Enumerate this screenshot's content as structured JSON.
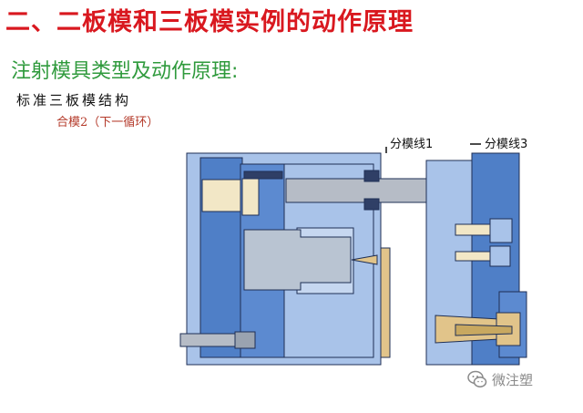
{
  "slide": {
    "title": "二、二板模和三板模实例的动作原理",
    "subtitle": "注射模具类型及动作原理:",
    "section": "标准三板模结构",
    "step": "合模2（下一循环）"
  },
  "diagram": {
    "parting_line_1": "分模线1",
    "parting_line_3": "分模线3"
  },
  "watermark": {
    "icon": "wechat-icon",
    "text": "微注塑"
  },
  "colors": {
    "title": "#d9181f",
    "subtitle": "#2f9a3c",
    "plate_dark": "#4f7fc7",
    "plate_light": "#a9c3e9",
    "insulation": "#f2e7c6"
  }
}
